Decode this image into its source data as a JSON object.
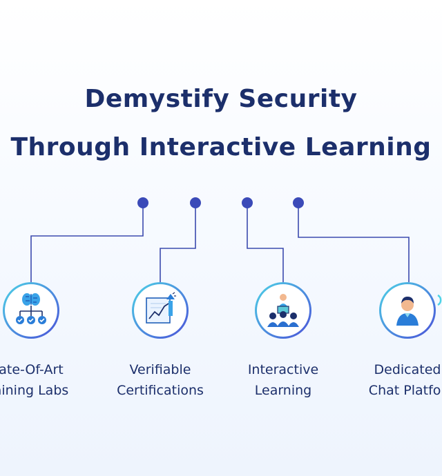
{
  "heading": {
    "line1": "Demystify Security",
    "line2": "Through Interactive Learning"
  },
  "colors": {
    "title": "#1c2f6b",
    "connector": "#3b4aad",
    "dot": "#3b4ab8",
    "ring_start": "#4cd3e6",
    "ring_end": "#4b50d8"
  },
  "features": [
    {
      "icon": "brain-network-icon",
      "line1": "ate-Of-Art",
      "line2": "aining Labs"
    },
    {
      "icon": "certificate-chart-icon",
      "line1": "Verifiable",
      "line2": "Certifications"
    },
    {
      "icon": "group-learning-icon",
      "line1": "Interactive",
      "line2": "Learning"
    },
    {
      "icon": "support-person-icon",
      "line1": "Dedicated",
      "line2": "Chat Platfor"
    }
  ]
}
